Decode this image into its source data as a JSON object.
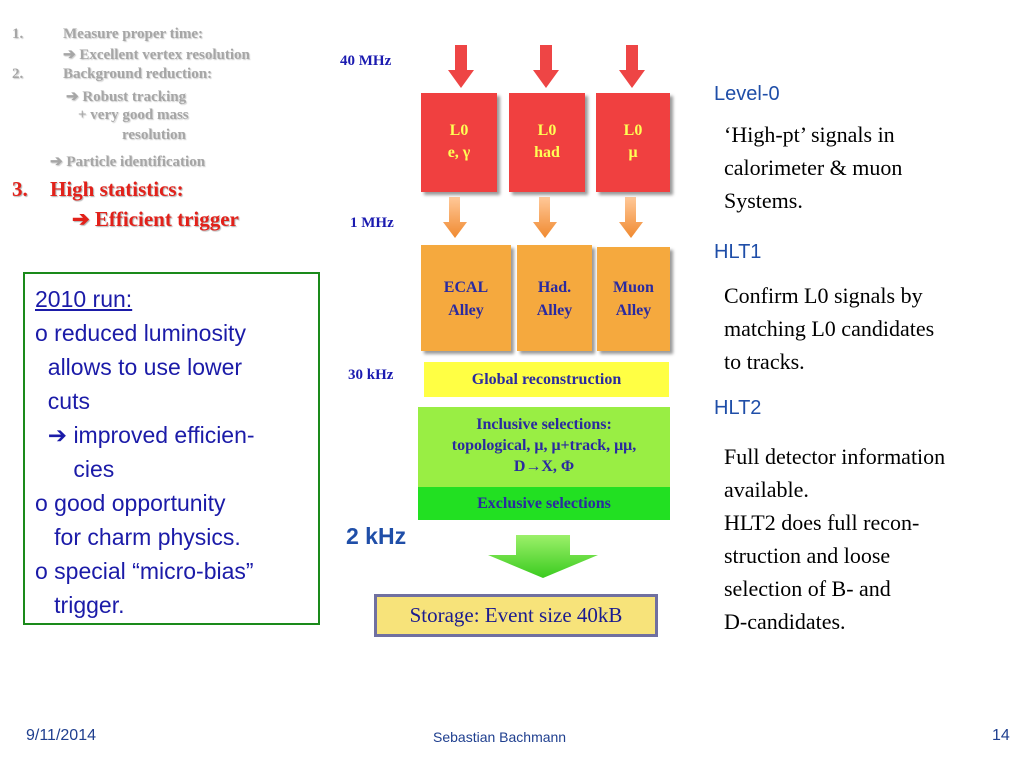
{
  "outline": {
    "item1_num": "1.",
    "item1_title": "Measure proper time:",
    "item1_sub": "➔ Excellent vertex resolution",
    "item2_num": "2.",
    "item2_title": "Background reduction:",
    "item2_sub1": "➔  Robust tracking",
    "item2_sub2": "+ very good mass",
    "item2_sub3": "resolution",
    "item2_sub4": "➔ Particle identification",
    "item3_num": "3.",
    "item3_title": "High statistics:",
    "item3_sub": "➔ Efficient trigger"
  },
  "run_box": {
    "title": "2010 run:",
    "lines": [
      "o reduced luminosity",
      "  allows to use lower",
      "  cuts",
      "  ➔ improved efficien-",
      "      cies",
      "o good opportunity",
      "   for charm physics.",
      "o special “micro-bias”",
      "   trigger."
    ]
  },
  "diagram": {
    "rate_40mhz": "40 MHz",
    "rate_1mhz": "1 MHz",
    "rate_30khz": "30 kHz",
    "rate_2khz": "2 kHz",
    "l0_boxes": [
      {
        "line1": "L0",
        "line2": "e, γ"
      },
      {
        "line1": "L0",
        "line2": "had"
      },
      {
        "line1": "L0",
        "line2": "μ"
      }
    ],
    "alleys": [
      {
        "line1": "ECAL",
        "line2": "Alley"
      },
      {
        "line1": "Had.",
        "line2": "Alley"
      },
      {
        "line1": "Muon",
        "line2": "Alley"
      }
    ],
    "global_reco": "Global reconstruction",
    "inclusive_line1": "Inclusive selections:",
    "inclusive_line2": "topological, μ, μ+track, μμ,",
    "inclusive_line3": "D→X, Φ",
    "exclusive": "Exclusive selections",
    "storage": "Storage: Event size 40kB",
    "colors": {
      "l0": "#f04040",
      "alley": "#f5a93e",
      "global": "#ffff44",
      "inclusive": "#99ee44",
      "exclusive": "#22e022",
      "storage": "#f7e37a"
    }
  },
  "right": {
    "level0_head": "Level-0",
    "level0_lines": [
      "‘High-pt’ signals in",
      "calorimeter & muon",
      "Systems."
    ],
    "hlt1_head": "HLT1",
    "hlt1_lines": [
      "Confirm L0 signals by",
      "matching L0 candidates",
      "to tracks."
    ],
    "hlt2_head": "HLT2",
    "hlt2_lines": [
      "Full detector information",
      "available.",
      "HLT2 does full recon-",
      "struction and loose",
      "selection of B- and",
      "D-candidates."
    ]
  },
  "footer": {
    "date": "9/11/2014",
    "author": "Sebastian Bachmann",
    "page": "14"
  }
}
